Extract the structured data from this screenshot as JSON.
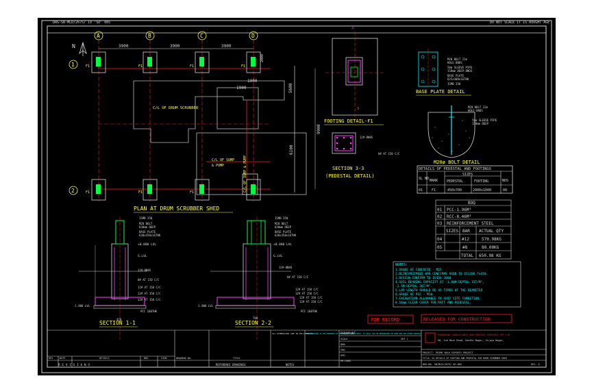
{
  "drawing": {
    "header_left": "DRG-SB-MLD/2675/ IV  'SD' 005",
    "header_right": "DO NOT SCALE IT IS ROUGHT AGE",
    "north_label": "N"
  },
  "plan": {
    "grid_letters": [
      "A",
      "B",
      "C",
      "D"
    ],
    "grid_numbers": [
      "1",
      "2"
    ],
    "dims_top": [
      "3900",
      "3900",
      "3900"
    ],
    "dim_right_small": "2000",
    "dim_1900": "1900",
    "dim_1000": "1000",
    "dim_5600": "5600",
    "dim_9900": "9900",
    "dim_6100": "6100",
    "footing_tag": "F1",
    "label_drum": "C/L OF DRUM SCRUBBER",
    "label_sump_1": "C/L OF SUMP",
    "label_sump_2": "& PUMP",
    "label_sump_v": "C/L OF SUMP & PUMP",
    "title": "PLAN AT DRUM SCRUBBER SHED"
  },
  "footing_detail": {
    "title": "FOOTING DETAIL-F1",
    "cut_mark": "3"
  },
  "section33": {
    "title1": "SECTION 3-3",
    "title2": "(PEDESTAL DETAIL)",
    "label_bars": "12#-8NOS",
    "label_ties": "8# AT 150 C/C"
  },
  "base_plate": {
    "title": "BASE PLATE DETAIL",
    "labels": [
      "M20 BOLT 22ø",
      "HOLE-8NOS",
      "50ø SLEEVE PIPE",
      "150mm DEEP-8NOS",
      "BASE PLATE",
      "625x300x16THK",
      "ISMB 350"
    ]
  },
  "bolt_detail": {
    "title": "M20ø BOLT DETAIL",
    "labels": [
      "M20 BOLT 22ø",
      "HOLE-8NOS",
      "50ø SLEEVE PIPE",
      "150mm DEEP"
    ]
  },
  "pedestal_table": {
    "title": "DETAILS OF PEDESTAL AND FOOTINGS",
    "sizes": "SIZES",
    "headers": [
      "SL NO",
      "MARK",
      "PEDESTAL",
      "FOOTING",
      "NOS"
    ],
    "row": [
      "01",
      "F1",
      "450x700",
      "2000x1000",
      "08"
    ]
  },
  "boq": {
    "title": "BOQ",
    "rows": [
      [
        "01",
        "PCC-1.96M³"
      ],
      [
        "02",
        "RCC-8.46M³"
      ],
      [
        "03",
        "REINFORCEMENT STEEL"
      ]
    ],
    "sub_headers": [
      "SIZES",
      "BAR",
      "ACTUAL QTY"
    ],
    "steel": [
      [
        "04",
        "#12",
        "570.98KG"
      ],
      [
        "05",
        "#8",
        "80.00KG"
      ]
    ],
    "total_label": "TOTAL",
    "total_value": "650.98 KG"
  },
  "notes": {
    "title": "NOTES:",
    "lines": [
      "1.GRADE OF CONCRETE - M25",
      "2.REINFORCEMENT BAR CONFIRMS HSDB TO IS1786 Fe450.",
      "3.DESIGN CONFIRM TO IS456-2000",
      "4.SOIL BEARING CAPACITY AT -1.80M DEPTH= 15T/M²,",
      "  -2.5M DEPTH= 20T/M².",
      "5.LAP LENGTH SHOULD BE 45 TIMES OF THE DIAMETER",
      "6.GRADE OF PCC - M10",
      "7.EXCAVATION ALLOWANCE TO SUIT SITE CONDITION.",
      "8.50mm CLEAR COVER FOR RAFT AND PEDESTAL."
    ]
  },
  "stamps": {
    "record": "FOR RECORD",
    "construction": "RELEASED FOR CONSTRUCTION"
  },
  "section11": {
    "title": "SECTION 1-1",
    "labels": [
      "ISMB 350",
      "M20 BOLT",
      "630mm DEEP",
      "BASE PLATE",
      "630x350x16THK",
      "+0.000 LVL",
      "G.LVL",
      "12#-8NOS",
      "8# AT 150 C/C",
      "12# AT 150 C/C",
      "12# AT 150 C/C",
      "12# AT 150 C/C",
      "PCC 100THK"
    ],
    "level": "-1.800 LVL",
    "dim": "450"
  },
  "section22": {
    "title": "SECTION 2-2",
    "labels": [
      "ISMB 350",
      "M20 BOLT",
      "630mm DEEP",
      "BASE PLATE",
      "630x350x16THK",
      "+0.000 LVL",
      "G.LVL",
      "12#-8NOS",
      "8# AT 150 C/C",
      "12# AT 150 C/C",
      "12# AT 150 C/C",
      "12# AT 150 C/C",
      "12# AT 150 C/C",
      "PCC 100THK"
    ],
    "level": "-1.800 LVL",
    "dim": "700"
  },
  "title_block": {
    "revisions": "R E V I S I O N S",
    "rev_cols": [
      "REV",
      "DATE",
      "DETAILS",
      "DRG",
      "SIGN"
    ],
    "ref_cols": [
      "DRAWING No.",
      "TITLE"
    ],
    "ref_title": "REFERENCE DRAWINGS",
    "notes_label": "NOTES",
    "client_note": "ALL DIMENSIONS ARE IN MILLIMETERS",
    "warning": "THIS DRAWING IS THE PROPERTY OF PARAMOUNT CONSULTANTS. IT SHALL NOT BE REPRODUCED OR USED FOR ANY OTHER PURPOSE.",
    "owner": "PARAMOUNT",
    "scale": "SCALE",
    "roles": [
      "DRN.",
      "CHD.",
      "APD.",
      "PR.CHKD"
    ],
    "sheet": "SHT  1",
    "company_name": "PARAMOUNT CONSULTANTS AND PROCESS SERVICES PVT LTD",
    "company_addr": "58, 2nd Main Road, Gandhi Nagar, Vijaya Nagar,",
    "project": "PROJECT: PRIME BULK EXPORTS PROJECT",
    "drg_title": "TITLE: GA DETAILS OF FOOTING AND PEDESTAL FOR DRUM SCRUBBER SHED",
    "drg_no": "DRG.NO. SB/MLD/2675/-SD-005",
    "rev": "REV. 0"
  }
}
